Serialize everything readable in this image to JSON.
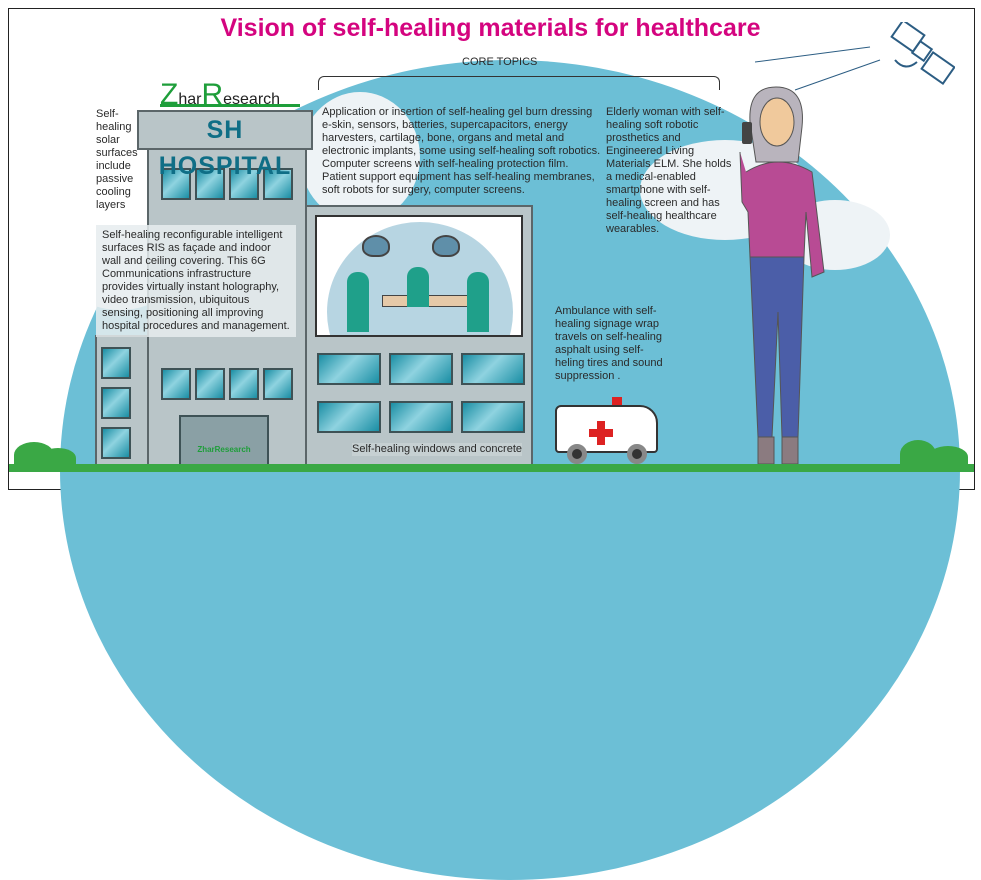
{
  "title": "Vision of self-healing materials for healthcare",
  "core_topics": "CORE TOPICS",
  "logo": {
    "z": "Z",
    "har": "har",
    "r": "R",
    "esearch": "esearch"
  },
  "hospital_sign": "SH HOSPITAL",
  "door_logo": "ZharResearch",
  "texts": {
    "solar": "Self-healing solar surfaces include passive cooling layers",
    "ris": "Self-healing reconfigurable intelligent surfaces RIS as façade and indoor wall and ceiling covering. This 6G Communications infrastructure provides virtually instant holography, video transmission, ubiquitous sensing, positioning all improving hospital procedures and management.",
    "application": "Application or insertion of self-healing gel burn dressing e-skin, sensors, batteries, supercapacitors, energy harvesters, cartilage, bone, organs and metal and electronic implants, some using self-healing soft robotics. Computer screens with self-healing protection film. Patient support equipment has self-healing membranes, soft robots for surgery, computer screens.",
    "woman": "Elderly woman with self-healing soft robotic prosthetics and Engineered Living Materials ELM. She holds a medical-enabled smartphone with self-healing screen and has self-healing healthcare wearables.",
    "ambulance": "Ambulance with self-healing signage wrap travels on self-healing asphalt using self-heling tires and sound suppression .",
    "windows": "Self-healing windows and concrete"
  },
  "colors": {
    "title": "#d4047f",
    "sky": "#6cbfd6",
    "ground": "#3aa845",
    "logo_green": "#1e9e3a",
    "sign": "#0f6e86"
  }
}
